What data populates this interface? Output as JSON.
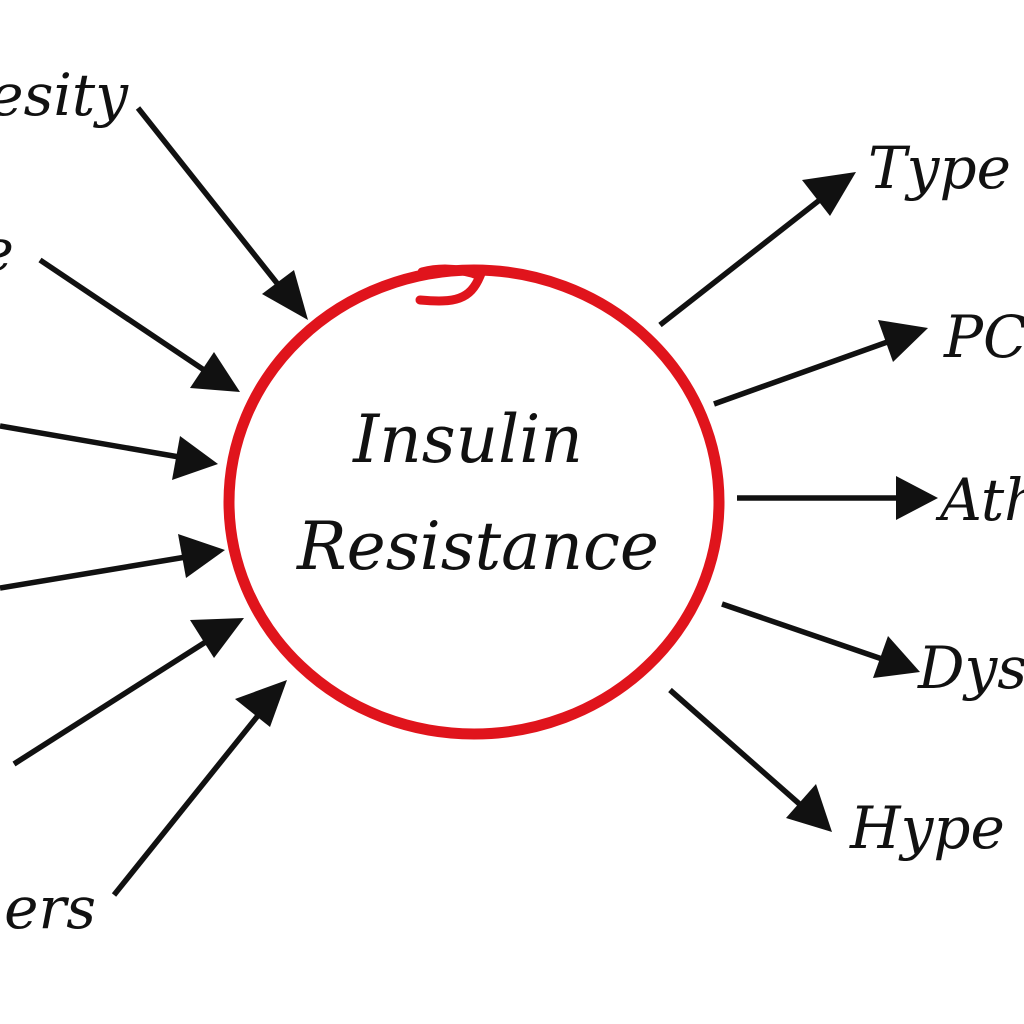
{
  "center": {
    "line1": "Insulin",
    "line2": "Resistance"
  },
  "causes": [
    {
      "label": "esity"
    },
    {
      "label": "e"
    },
    {
      "label": ""
    },
    {
      "label": ""
    },
    {
      "label": ""
    },
    {
      "label": "ers"
    }
  ],
  "effects": [
    {
      "label": "Type"
    },
    {
      "label": "PC"
    },
    {
      "label": "Ath"
    },
    {
      "label": "Dys"
    },
    {
      "label": "Hype"
    }
  ],
  "colors": {
    "ring": "#e0141c",
    "text": "#111111",
    "arrows": "#111111",
    "background": "#ffffff"
  }
}
